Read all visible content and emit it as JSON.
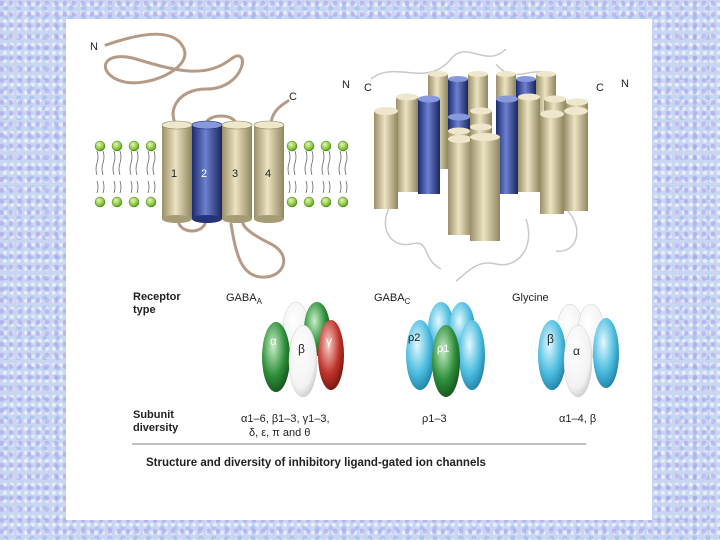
{
  "top": {
    "n_left": "N",
    "c_left": "C",
    "helix_numbers": [
      "1",
      "2",
      "3",
      "4"
    ],
    "n_right_1": "N",
    "c_right_1": "C",
    "c_right_2": "C",
    "n_right_2": "N"
  },
  "table": {
    "row1_label_1": "Receptor",
    "row1_label_2": "type",
    "row2_label_1": "Subunit",
    "row2_label_2": "diversity",
    "col1_header": "GABA",
    "col1_sub": "A",
    "col2_header": "GABA",
    "col2_sub": "C",
    "col3_header": "Glycine",
    "col1_subunits": [
      "α",
      "β",
      "γ"
    ],
    "col2_subunits": [
      "ρ2",
      "ρ1"
    ],
    "col3_subunits": [
      "β",
      "α"
    ],
    "col1_diversity_1": "α1–6, β1–3, γ1–3,",
    "col1_diversity_2": "δ, ε, π and θ",
    "col2_diversity": "ρ1–3",
    "col3_diversity": "α1–4, β"
  },
  "caption": "Structure and diversity of inhibitory ligand-gated ion channels",
  "colors": {
    "tan": "#d9cfa8",
    "blue": "#3a4fa8",
    "green": "#2f8f3a",
    "red": "#c0342c",
    "cyan": "#4dbde0",
    "lipid": "#7fc23a"
  }
}
